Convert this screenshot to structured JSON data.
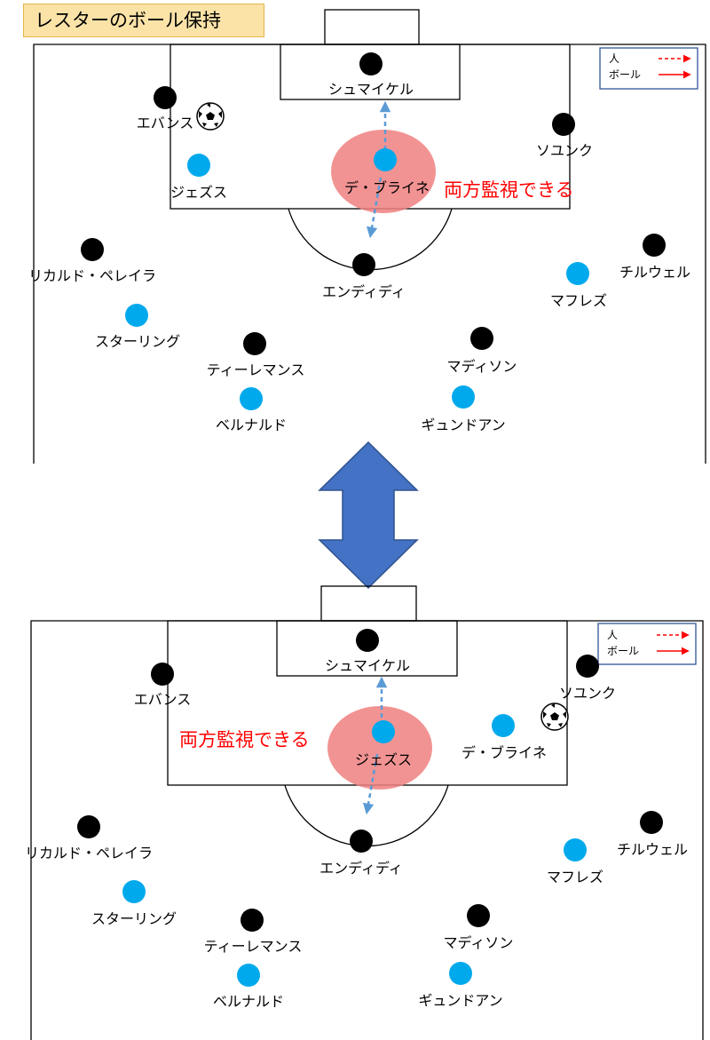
{
  "title": "レスターのボール保持",
  "legend": {
    "person": "人",
    "ball": "ボール"
  },
  "colors": {
    "leicester": "#000000",
    "city": "#00a9ec",
    "highlight": "#f08080",
    "arrow": "#4472c4",
    "dash_arrow": "#5b9bd5",
    "legend_arrow": "#ff0000"
  },
  "diagrams": [
    {
      "callout": "両方監視できる",
      "ball_near": "エバンス",
      "leicester": [
        "シュマイケル",
        "エバンス",
        "ソユンク",
        "リカルド・ペレイラ",
        "エンディディ",
        "チルウェル",
        "ティーレマンス",
        "マディソン"
      ],
      "city": [
        "デ・ブライネ",
        "ジェズス",
        "マフレズ",
        "スターリング",
        "ベルナルド",
        "ギュンドアン"
      ]
    },
    {
      "callout": "両方監視できる",
      "ball_near": "ソユンク",
      "leicester": [
        "シュマイケル",
        "エバンス",
        "ソユンク",
        "リカルド・ペレイラ",
        "エンディディ",
        "チルウェル",
        "ティーレマンス",
        "マディソン"
      ],
      "city": [
        "ジェズス",
        "デ・ブライネ",
        "マフレズ",
        "スターリング",
        "ベルナルド",
        "ギュンドアン"
      ]
    }
  ],
  "transition_arrow": "double-arrow-icon"
}
